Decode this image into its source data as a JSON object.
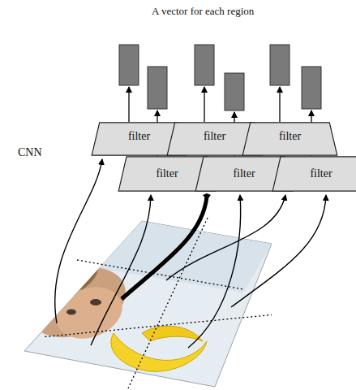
{
  "diagram": {
    "title": "A vector for each region",
    "nodes": [
      {
        "text": [
          "filter"
        ]
      },
      {
        "text": [
          "filter"
        ]
      },
      {
        "text": [
          "filter"
        ]
      },
      {
        "text": [
          "filter"
        ]
      },
      {
        "text": [
          "filter"
        ]
      },
      {
        "text": [
          "filter"
        ]
      }
    ],
    "labels": [
      "CNN"
    ]
  }
}
